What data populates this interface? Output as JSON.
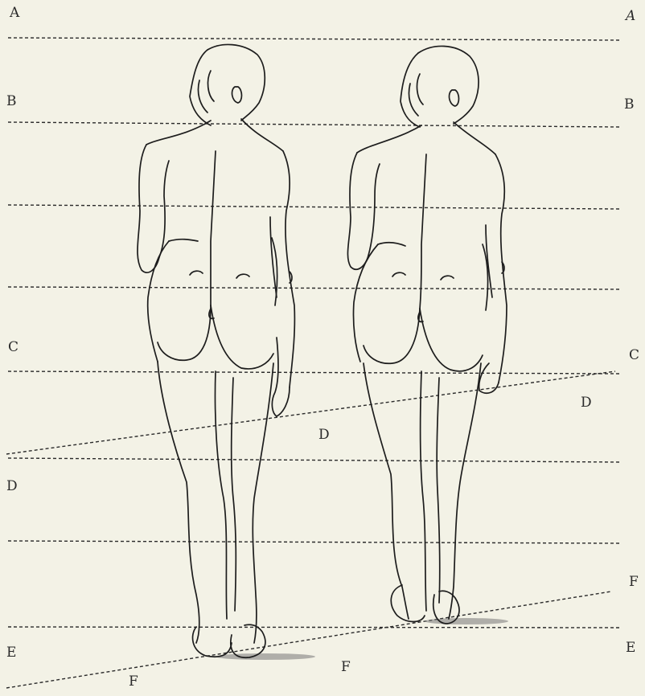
{
  "plate": {
    "background": "#f3f2e6",
    "ink": "#1d1d1d"
  },
  "labels": {
    "left_a": "A",
    "right_a": "A",
    "left_b": "B",
    "right_b": "B",
    "left_c": "C",
    "right_c": "C",
    "left_d": "D",
    "center_d": "D",
    "right_d": "D",
    "left_e": "E",
    "right_e": "E",
    "bottom_f_left": "F",
    "bottom_f_center": "F",
    "right_f": "F"
  }
}
